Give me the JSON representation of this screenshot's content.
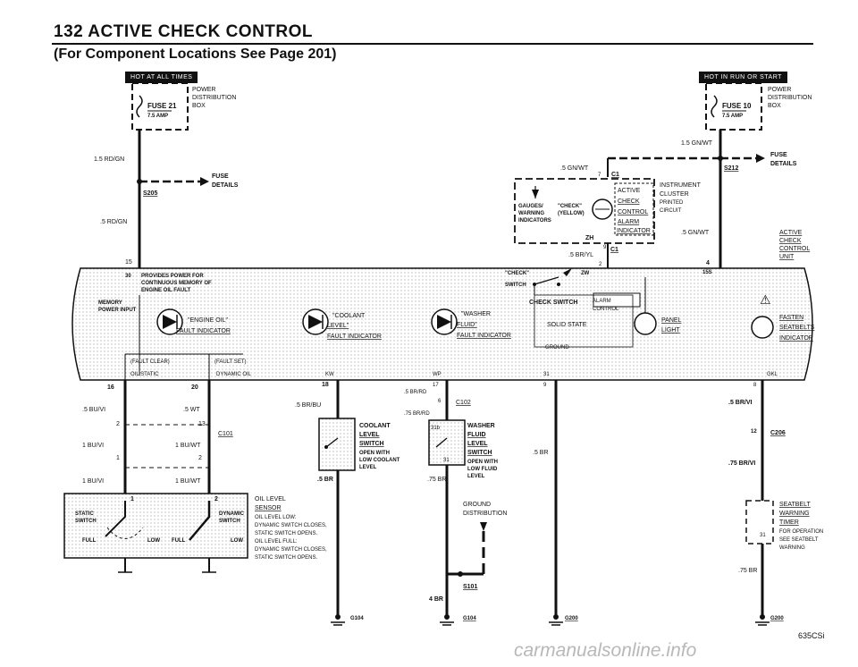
{
  "header": {
    "title": "132  ACTIVE CHECK CONTROL",
    "subtitle": "(For Component Locations See Page 201)",
    "badge_left": "HOT AT ALL TIMES",
    "badge_right": "HOT IN RUN OR START"
  },
  "fuse21": {
    "name": "FUSE 21",
    "amp": "7.5 AMP",
    "pd1": "POWER",
    "pd2": "DISTRIBUTION",
    "pd3": "BOX"
  },
  "fuse10": {
    "name": "FUSE 10",
    "amp": "7.5 AMP",
    "pd1": "POWER",
    "pd2": "DISTRIBUTION",
    "pd3": "BOX"
  },
  "left_wires": {
    "w1": "1.5 RD/GN",
    "w2": ".5 RD/GN",
    "fuse1": "FUSE",
    "fuse2": "DETAILS",
    "splice": "S205",
    "pin15": "15"
  },
  "right_wires": {
    "w1": "1.5 GN/WT",
    "fuse1": "FUSE",
    "fuse2": "DETAILS",
    "splice": "S212",
    "w2": ".5 GN/WT",
    "pin4": "4"
  },
  "cluster": {
    "wire_top": ".5 GN/WT",
    "pin7": "7",
    "c1": "C1",
    "gauges1": "GAUGES/",
    "gauges2": "WARNING",
    "gauges3": "INDICATORS",
    "check1": "\"CHECK\"",
    "check2": "(YELLOW)",
    "ac1": "ACTIVE",
    "ac2": "CHECK",
    "ac3": "CONTROL",
    "ac4": "ALARM",
    "ac5": "INDICATOR",
    "ic1": "INSTRUMENT",
    "ic2": "CLUSTER",
    "ic3": "PRINTED",
    "ic4": "CIRCUIT",
    "zh": "ZH",
    "pin9": "9",
    "wire_bot": ".5 BR/YL",
    "pin2": "2"
  },
  "unit": {
    "a1": "ACTIVE",
    "a2": "CHECK",
    "a3": "CONTROL",
    "a4": "UNIT",
    "pin30": "30",
    "pf1": "PROVIDES POWER FOR",
    "pf2": "CONTINUOUS MEMORY OF",
    "pf3": "ENGINE OIL FAULT",
    "mem1": "MEMORY",
    "mem2": "POWER INPUT",
    "sw1": "\"CHECK\"",
    "sw2": "SWITCH",
    "zw": "ZW",
    "pin15s": "15S",
    "csw1": "CHECK SWITCH",
    "alarm1": "ALARM",
    "alarm2": "CONTROL",
    "solid": "SOLID STATE",
    "ground": "GROUND",
    "eo1": "\"ENGINE OIL\"",
    "eo2": "FAULT INDICATOR",
    "cl1": "\"COOLANT",
    "cl2": "LEVEL\"",
    "cl3": "FAULT INDICATOR",
    "wf1": "\"WASHER",
    "wf2": "FLUID\"",
    "wf3": "FAULT INDICATOR",
    "pl1": "PANEL",
    "pl2": "LIGHT",
    "fb1": "FASTEN",
    "fb2": "SEATBELTS",
    "fb3": "INDICATOR",
    "fc": "(FAULT CLEAR)",
    "fs": "(FAULT SET)",
    "p_os": "OIL STATIC",
    "p_do": "DYNAMIC OIL",
    "p_kw": "KW",
    "p_wp": "WP",
    "p_31": "31",
    "p_gkl": "GKL"
  },
  "oil": {
    "pin16": "16",
    "pin20": "20",
    "w_bu": ".5 BU/VI",
    "w_wt": ".5 WT",
    "pin2": "2",
    "pin13": "13",
    "c101": "C101",
    "w1": "1 BU/VI",
    "w2": "1 BU/WT",
    "pin1": "1",
    "pin2b": "2",
    "w3": "1 BU/VI",
    "w4": "1 BU/WT",
    "static1": "STATIC",
    "static2": "SWITCH",
    "dyn1": "DYNAMIC",
    "dyn2": "SWITCH",
    "full": "FULL",
    "low": "LOW",
    "n1": "1",
    "n2": "2",
    "s1": "OIL LEVEL",
    "s2": "SENSOR",
    "s3": "OIL LEVEL LOW:",
    "s4": "DYNAMIC SWITCH CLOSES,",
    "s5": "STATIC SWITCH OPENS.",
    "s6": "OIL LEVEL FULL:",
    "s7": "DYNAMIC SWITCH CLOSES,",
    "s8": "STATIC SWITCH OPENS."
  },
  "coolant": {
    "pin18": "18",
    "wire": ".5 BR/BU",
    "c1": "COOLANT",
    "c2": "LEVEL",
    "c3": "SWITCH",
    "c4": "OPEN WITH",
    "c5": "LOW COOLANT",
    "c6": "LEVEL",
    "wire2": ".5 BR",
    "ground": "G104"
  },
  "washer": {
    "pin17": "17",
    "wire1": ".5 BR/RD",
    "pin6": "6",
    "c102": "C102",
    "wire2": ".75 BR/RD",
    "p31b": "31b",
    "p31": "31",
    "w1": "WASHER",
    "w2": "FLUID",
    "w3": "LEVEL",
    "w4": "SWITCH",
    "w5": "OPEN WITH",
    "w6": "LOW FLUID",
    "w7": "LEVEL",
    "wire3": ".75 BR",
    "gd1": "GROUND",
    "gd2": "DISTRIBUTION",
    "s101": "S101",
    "wire4": "4 BR",
    "ground": "G104"
  },
  "ground200": {
    "pin9": "9",
    "wire": ".5 BR",
    "label": "G200"
  },
  "seatbelt": {
    "pin8": "8",
    "wire1": ".5 BR/VI",
    "pin12": "12",
    "c206": "C206",
    "wire2": ".75 BR/VI",
    "s1": "SEATBELT",
    "s2": "WARNING",
    "s3": "TIMER",
    "s4": "FOR OPERATION",
    "s5": "SEE SEATBELT",
    "s6": "WARNING",
    "wire3": ".75 BR",
    "ground": "G200",
    "pin31": "31"
  },
  "footer": {
    "model": "635CSi",
    "watermark": "carmanualsonline.info"
  }
}
